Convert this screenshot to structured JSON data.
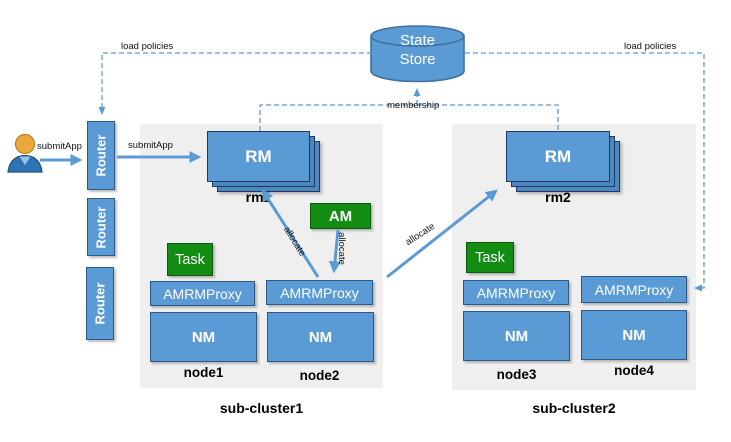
{
  "icons": {
    "user": "user-icon",
    "state_store": "database-cylinder-icon"
  },
  "colors": {
    "box_blue": "#5b9bd5",
    "box_border": "#2e5984",
    "stack_back_blue": "#4e86c0",
    "green": "#128c12",
    "cluster_bg": "#efefef",
    "line_blue": "#5b9bd5"
  },
  "state_store": {
    "line1": "State",
    "line2": "Store"
  },
  "routers": [
    {
      "label": "Router"
    },
    {
      "label": "Router"
    },
    {
      "label": "Router"
    }
  ],
  "edge_labels": {
    "submit_app_user": "submitApp",
    "submit_app_router": "submitApp",
    "load_policies_left": "load policies",
    "load_policies_right": "load policies",
    "membership": "membership",
    "allocate_to_rm1": "allocate",
    "allocate_am_to_proxy": "allocate",
    "allocate_to_rm2": "allocate"
  },
  "clusters": [
    {
      "name": "sub-cluster1",
      "rm": {
        "label": "RM",
        "name": "rm1"
      },
      "am_label": "AM",
      "nodes": [
        {
          "name": "node1",
          "task_label": "Task",
          "amrmproxy_label": "AMRMProxy",
          "nm_label": "NM"
        },
        {
          "name": "node2",
          "amrmproxy_label": "AMRMProxy",
          "nm_label": "NM"
        }
      ]
    },
    {
      "name": "sub-cluster2",
      "rm": {
        "label": "RM",
        "name": "rm2"
      },
      "nodes": [
        {
          "name": "node3",
          "task_label": "Task",
          "amrmproxy_label": "AMRMProxy",
          "nm_label": "NM"
        },
        {
          "name": "node4",
          "amrmproxy_label": "AMRMProxy",
          "nm_label": "NM"
        }
      ]
    }
  ]
}
